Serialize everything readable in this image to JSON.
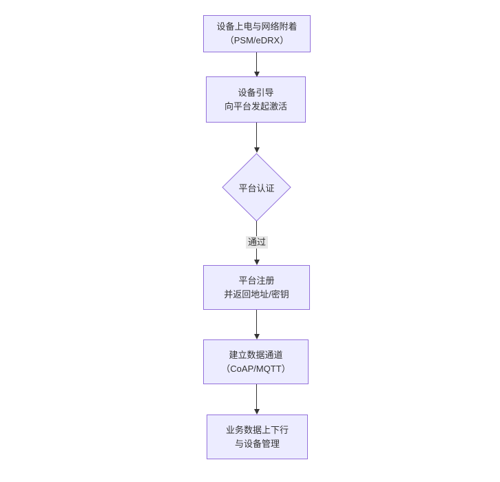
{
  "diagram": {
    "type": "flowchart",
    "direction": "top-down",
    "colors": {
      "background": "#ffffff",
      "node_fill": "#ECECFF",
      "node_border": "#9370DB",
      "text": "#333333",
      "arrow": "#333333",
      "edge_label_bg": "#e8e8e8"
    },
    "nodes": [
      {
        "id": "n1",
        "type": "rect",
        "lines": [
          "设备上电与网络附着",
          "（PSM/eDRX）"
        ]
      },
      {
        "id": "n2",
        "type": "rect",
        "lines": [
          "设备引导",
          "向平台发起激活"
        ]
      },
      {
        "id": "n3",
        "type": "diamond",
        "lines": [
          "平台认证"
        ]
      },
      {
        "id": "n4",
        "type": "rect",
        "lines": [
          "平台注册",
          "并返回地址/密钥"
        ]
      },
      {
        "id": "n5",
        "type": "rect",
        "lines": [
          "建立数据通道",
          "（CoAP/MQTT）"
        ]
      },
      {
        "id": "n6",
        "type": "rect",
        "lines": [
          "业务数据上下行",
          "与设备管理"
        ]
      }
    ],
    "edges": [
      {
        "from": "n1",
        "to": "n2",
        "label": ""
      },
      {
        "from": "n2",
        "to": "n3",
        "label": ""
      },
      {
        "from": "n3",
        "to": "n4",
        "label": "通过"
      },
      {
        "from": "n4",
        "to": "n5",
        "label": ""
      },
      {
        "from": "n5",
        "to": "n6",
        "label": ""
      }
    ]
  }
}
